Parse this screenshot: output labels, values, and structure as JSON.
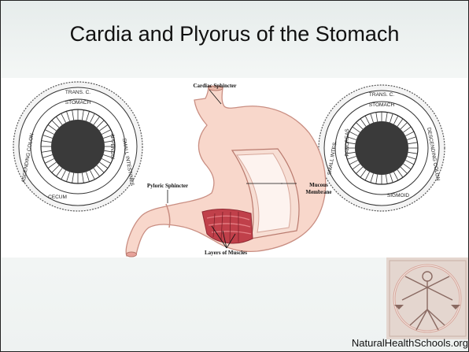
{
  "slide": {
    "title": "Cardia and Plyorus of the Stomach",
    "footer": "NaturalHealthSchools.org"
  },
  "diagram": {
    "labels": {
      "cardiac": "Cardiac Sphincter",
      "pyloric": "Pyloric Sphincter",
      "mucous_1": "Mucous",
      "mucous_2": "Membrane",
      "muscles": "Layers of Muscles"
    },
    "left_chart_labels": [
      "TRANS. C.",
      "STOMACH",
      "ASCENDING COLON",
      "SMALL INTESTINES",
      "CECUM",
      "APPENDIX"
    ],
    "right_chart_labels": [
      "TRANS. C.",
      "STOMACH",
      "DESCENDING COLON",
      "SMALL INTES.",
      "SIGMOID",
      "PANCREAS"
    ]
  },
  "colors": {
    "stomach_fill": "#f8d7cb",
    "stomach_outline": "#c98e82",
    "muscle": "#c0404a",
    "pupil": "#3a3a3a"
  }
}
